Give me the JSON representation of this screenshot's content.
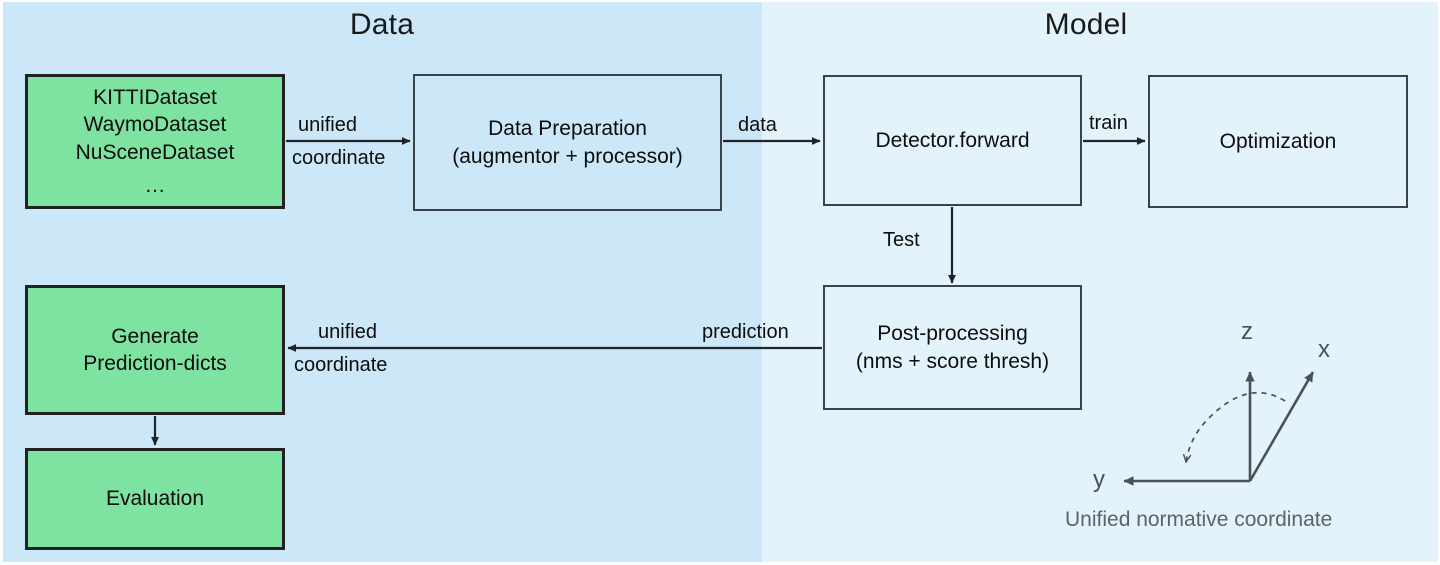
{
  "sections": {
    "left": {
      "title": "Data",
      "bg_color": "#cbe7f8"
    },
    "right": {
      "title": "Model",
      "bg_color": "#e3f3fb"
    }
  },
  "nodes": {
    "datasets": {
      "lines": [
        "KITTIDataset",
        "WaymoDataset",
        "NuSceneDataset",
        "…"
      ],
      "fill": "#7ee2a0"
    },
    "data_preparation": {
      "lines": [
        "Data Preparation",
        "(augmentor + processor)"
      ],
      "fill": "transparent"
    },
    "detector_forward": {
      "lines": [
        "Detector.forward"
      ],
      "fill": "transparent"
    },
    "optimization": {
      "lines": [
        "Optimization"
      ],
      "fill": "transparent"
    },
    "post_processing": {
      "lines": [
        "Post-processing",
        "(nms + score thresh)"
      ],
      "fill": "transparent"
    },
    "generate_prediction_dicts": {
      "lines": [
        "Generate",
        "Prediction-dicts"
      ],
      "fill": "#7ee2a0"
    },
    "evaluation": {
      "lines": [
        "Evaluation"
      ],
      "fill": "#7ee2a0"
    }
  },
  "edges": {
    "datasets_to_prep": {
      "line1": "unified",
      "line2": "coordinate"
    },
    "prep_to_detector": {
      "line1": "data"
    },
    "detector_to_optimization": {
      "line1": "train"
    },
    "detector_to_post": {
      "line1": "Test"
    },
    "post_to_generate_label": {
      "line1": "prediction"
    },
    "post_to_generate_unified": {
      "line1": "unified",
      "line2": "coordinate"
    }
  },
  "coordinate_legend": {
    "caption": "Unified normative coordinate",
    "axes": [
      "z",
      "x",
      "y"
    ],
    "axis_color": "#4a5256",
    "caption_color": "#5c6468"
  }
}
